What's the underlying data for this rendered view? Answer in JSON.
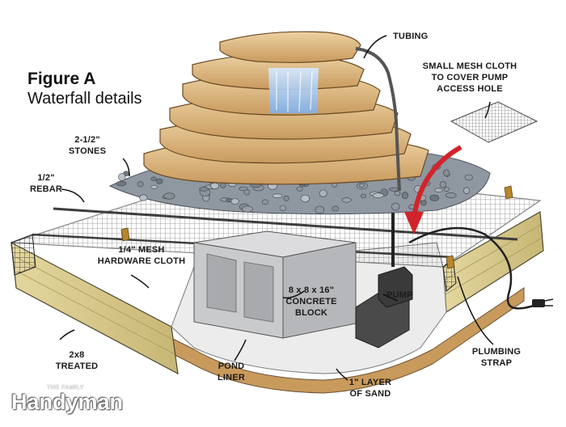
{
  "figure": {
    "title": "Figure A",
    "subtitle": "Waterfall details"
  },
  "labels": {
    "tubing": "TUBING",
    "small_mesh": [
      "SMALL MESH CLOTH",
      "TO COVER PUMP",
      "ACCESS HOLE"
    ],
    "stones": [
      "2-1/2\"",
      "STONES"
    ],
    "rebar": [
      "1/2\"",
      "REBAR"
    ],
    "mesh": [
      "1/4\" MESH",
      "HARDWARE CLOTH"
    ],
    "block": [
      "8 x 8 x 16\"",
      "CONCRETE",
      "BLOCK"
    ],
    "pump": "PUMP",
    "plumbing": [
      "PLUMBING",
      "STRAP"
    ],
    "treated": [
      "2x8",
      "TREATED"
    ],
    "liner": [
      "POND",
      "LINER"
    ],
    "sand": [
      "1\" LAYER",
      "OF SAND"
    ]
  },
  "brand": {
    "tagline": "THE FAMILY",
    "name": "Handyman"
  },
  "colors": {
    "stone": "#d9b47a",
    "gravel": "#8e96a0",
    "lumber": "#d8c98a",
    "sand": "#c89a5c",
    "liner": "#e9e9ea",
    "block": "#cfd0d2",
    "pump": "#454545",
    "water": "#9ec7f0",
    "arrow": "#d2232a"
  }
}
